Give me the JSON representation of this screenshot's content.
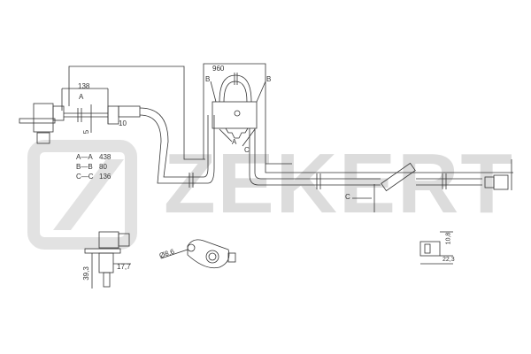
{
  "brand": {
    "watermark": "ZEKERT",
    "watermark_color": "#dcdcdc"
  },
  "drawing": {
    "dimensions": {
      "d138": "138",
      "d5": "5",
      "d10": "10",
      "d960": "960",
      "d17_7": "17,7",
      "d39_3": "39,3",
      "d8_6": "Ø8,6",
      "d10_8": "10,8",
      "d22_3": "22,3"
    },
    "markers": {
      "a": "A",
      "b": "B",
      "c": "C"
    },
    "legend": [
      {
        "pair": "A—A",
        "value": "438"
      },
      {
        "pair": "B—B",
        "value": "80"
      },
      {
        "pair": "C—C",
        "value": "136"
      }
    ]
  }
}
